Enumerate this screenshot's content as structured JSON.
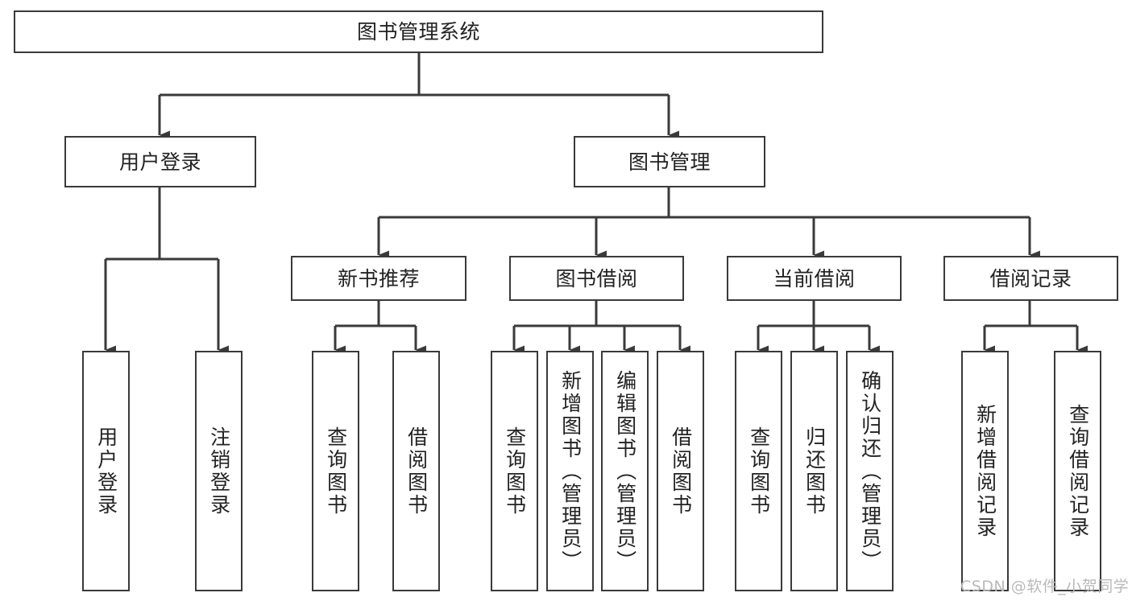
{
  "diagram": {
    "type": "tree-hierarchy",
    "title": "图书管理系统",
    "root": {
      "id": "root",
      "label": "图书管理系统",
      "orientation": "horizontal"
    },
    "level2": [
      {
        "id": "user-login",
        "label": "用户登录",
        "orientation": "horizontal"
      },
      {
        "id": "book-management",
        "label": "图书管理",
        "orientation": "horizontal"
      }
    ],
    "level3": [
      {
        "id": "new-book-recommend",
        "label": "新书推荐",
        "orientation": "horizontal",
        "parent": "book-management"
      },
      {
        "id": "book-borrow",
        "label": "图书借阅",
        "orientation": "horizontal",
        "parent": "book-management"
      },
      {
        "id": "current-borrow",
        "label": "当前借阅",
        "orientation": "horizontal",
        "parent": "book-management"
      },
      {
        "id": "borrow-record",
        "label": "借阅记录",
        "orientation": "horizontal",
        "parent": "book-management"
      }
    ],
    "leaves": [
      {
        "id": "leaf-user-login",
        "label": "用户登录",
        "parent": "user-login"
      },
      {
        "id": "leaf-logout",
        "label": "注销登录",
        "parent": "user-login"
      },
      {
        "id": "leaf-query-book-1",
        "label": "查询图书",
        "parent": "new-book-recommend"
      },
      {
        "id": "leaf-borrow-book-1",
        "label": "借阅图书",
        "parent": "new-book-recommend"
      },
      {
        "id": "leaf-query-book-2",
        "label": "查询图书",
        "parent": "book-borrow"
      },
      {
        "id": "leaf-add-book",
        "label": "新增图书（管理员）",
        "parent": "book-borrow"
      },
      {
        "id": "leaf-edit-book",
        "label": "编辑图书（管理员）",
        "parent": "book-borrow"
      },
      {
        "id": "leaf-borrow-book-2",
        "label": "借阅图书",
        "parent": "book-borrow"
      },
      {
        "id": "leaf-query-book-3",
        "label": "查询图书",
        "parent": "current-borrow"
      },
      {
        "id": "leaf-return-book",
        "label": "归还图书",
        "parent": "current-borrow"
      },
      {
        "id": "leaf-confirm-return",
        "label": "确认归还（管理员）",
        "parent": "current-borrow"
      },
      {
        "id": "leaf-add-record",
        "label": "新增借阅记录",
        "parent": "borrow-record"
      },
      {
        "id": "leaf-query-record",
        "label": "查询借阅记录",
        "parent": "borrow-record"
      }
    ]
  },
  "watermark": {
    "text": "CSDN @软件_小贺同学"
  },
  "colors": {
    "stroke": "#3a3a3a",
    "text": "#222222",
    "background": "#ffffff",
    "watermark": "#b9b9b9"
  }
}
